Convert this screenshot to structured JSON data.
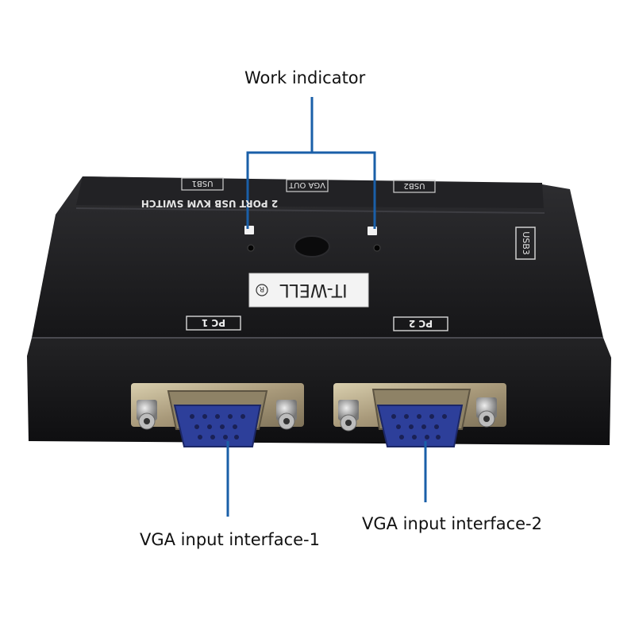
{
  "annotations": {
    "work_indicator": "Work indicator",
    "vga_input_1": "VGA input interface-1",
    "vga_input_2": "VGA input interface-2"
  },
  "device": {
    "model_text": "2 PORT USB KVM SWITCH",
    "brand": "IT-WELL",
    "registered_mark": "R",
    "top_labels": [
      "USB1",
      "VGA OUT",
      "USB2"
    ],
    "side_label": "USB3",
    "front_labels": [
      "PC 1",
      "PC 2"
    ]
  },
  "colors": {
    "background": "#ffffff",
    "body": "#1b1b1d",
    "body_highlight": "#2c2c2f",
    "callout_line": "#1a5fa8",
    "metal": "#b9ab86",
    "vga_blue": "#2d3f9a",
    "led": "#f2f2f2"
  }
}
